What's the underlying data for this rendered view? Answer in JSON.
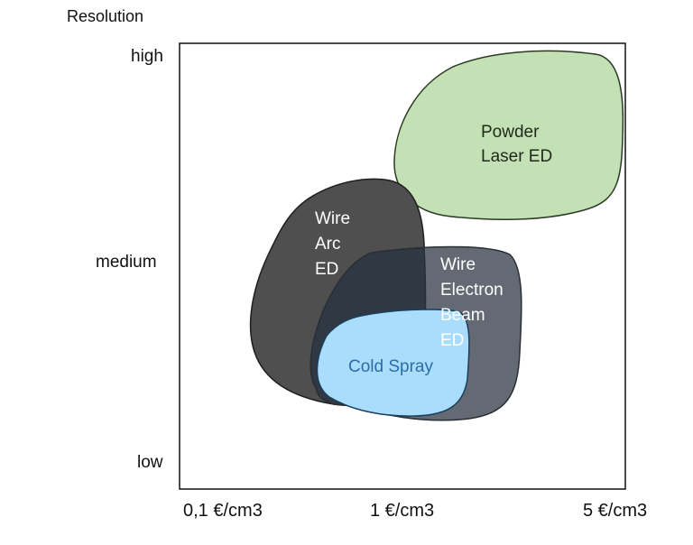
{
  "axes": {
    "y_title": "Resolution",
    "y_ticks": [
      "high",
      "medium",
      "low"
    ],
    "x_ticks": [
      "0,1 €/cm3",
      "1 €/cm3",
      "5 €/cm3"
    ]
  },
  "regions": [
    {
      "id": "powder-laser",
      "lines": [
        "Powder",
        "Laser ED"
      ],
      "fill": "#c4e0b5",
      "stroke": "#2b3a24",
      "text_color": "#1f2a1b"
    },
    {
      "id": "wire-arc",
      "lines": [
        "Wire",
        "Arc",
        "ED"
      ],
      "fill": "#4f4f4f",
      "stroke": "#1e1e1e",
      "text_color": "#ffffff"
    },
    {
      "id": "wire-electron-beam",
      "lines": [
        "Wire",
        "Electron",
        "Beam",
        "ED"
      ],
      "fill": "#636a73",
      "stroke": "#2a2f36",
      "text_color": "#ffffff"
    },
    {
      "id": "cold-spray",
      "lines": [
        "Cold Spray"
      ],
      "fill": "#a9ddfb",
      "stroke": "#1b3f5e",
      "text_color": "#2c6da6"
    }
  ],
  "overlap_fill": "#2f3843"
}
